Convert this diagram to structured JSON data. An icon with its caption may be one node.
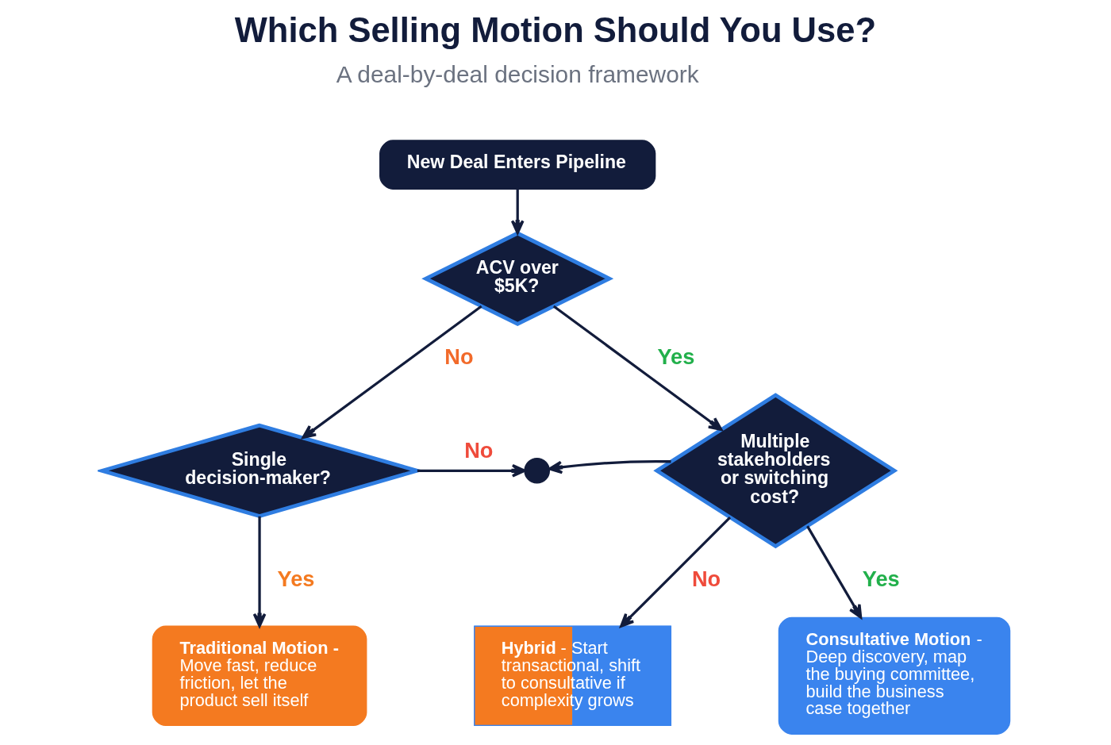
{
  "diagram": {
    "title": "Which Selling Motion Should You Use?",
    "nodes": [
      {
        "text": [
          "New Deal Enters Pipeline"
        ]
      },
      {
        "text": [
          "ACV over $5K?"
        ]
      },
      {
        "text": [
          "Single decision-maker?"
        ]
      },
      {
        "text": [
          "Multiple stakeholders or switching cost?"
        ]
      },
      {
        "text": [],
        "shape": "circle"
      },
      {
        "text": [
          "**Traditional Motion -** Move fast, reduce friction, let the product sell itself"
        ]
      },
      {
        "text": [
          "**Hybrid** - Start transactional, shift to consultative if complexity grows"
        ]
      },
      {
        "text": [
          "**Consultative Motion** - Deep discovery, map the buying committee, build the business case together"
        ]
      }
    ],
    "edges": [
      {
        "from": 0,
        "to": 1,
        "arrow": "to"
      },
      {
        "from": 1,
        "to": 2,
        "arrow": "to",
        "label": "No"
      },
      {
        "from": 1,
        "to": 3,
        "arrow": "to",
        "label": "Yes"
      },
      {
        "from": 2,
        "to": 5,
        "arrow": "to",
        "label": "Yes"
      },
      {
        "from": 2,
        "to": 4,
        "arrow": "to",
        "label": "No"
      },
      {
        "from": 3,
        "to": 4,
        "arrow": "to"
      },
      {
        "from": 3,
        "to": 7,
        "arrow": "to",
        "label": "Yes"
      },
      {
        "from": 3,
        "to": 6,
        "arrow": "to",
        "label": "No"
      }
    ],
    "labels": [
      "A deal-by-deal decision framework"
    ]
  }
}
